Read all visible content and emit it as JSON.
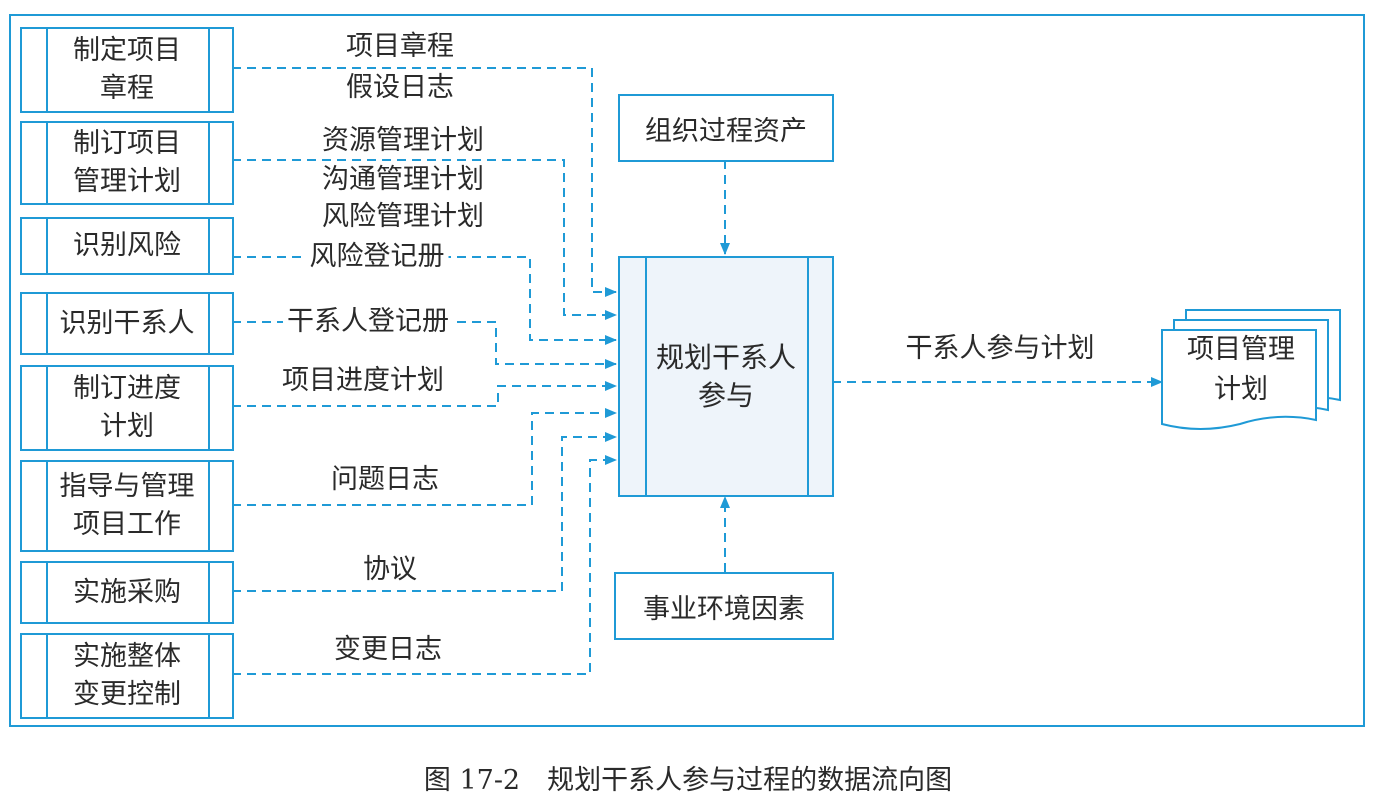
{
  "colors": {
    "line": "#1f9ad6",
    "center_fill": "#eef4fa"
  },
  "processes": [
    {
      "label": "制定项目\n章程"
    },
    {
      "label": "制订项目\n管理计划"
    },
    {
      "label": "识别风险"
    },
    {
      "label": "识别干系人"
    },
    {
      "label": "制订进度\n计划"
    },
    {
      "label": "指导与管理\n项目工作"
    },
    {
      "label": "实施采购"
    },
    {
      "label": "实施整体\n变更控制"
    }
  ],
  "flows": {
    "charter": "项目章程",
    "assumption_log": "假设日志",
    "resource_plan": "资源管理计划",
    "comm_plan": "沟通管理计划",
    "risk_plan": "风险管理计划",
    "risk_register": "风险登记册",
    "stakeholder_register": "干系人登记册",
    "schedule": "项目进度计划",
    "issue_log": "问题日志",
    "agreements": "协议",
    "change_log": "变更日志"
  },
  "center": {
    "label": "规划干系人\n参与"
  },
  "opa": "组织过程资产",
  "eef": "事业环境因素",
  "output": {
    "flow": "干系人参与计划",
    "target": "项目管理\n计划"
  },
  "caption": "图 17-2　规划干系人参与过程的数据流向图"
}
